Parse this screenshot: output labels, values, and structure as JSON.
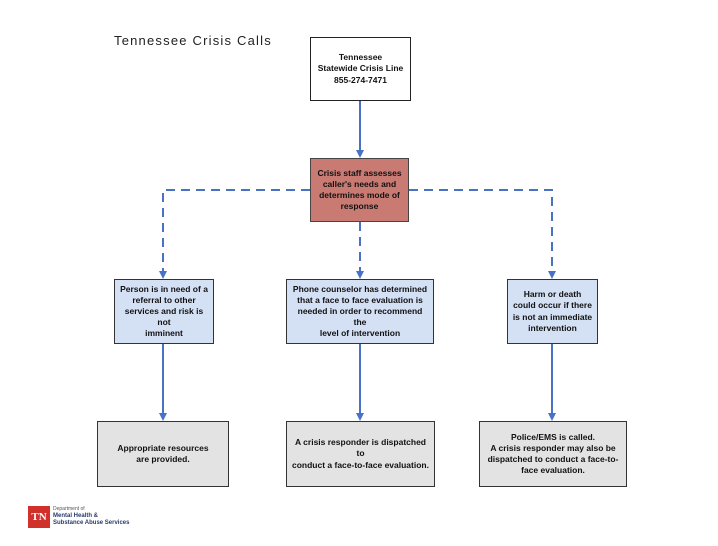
{
  "title": "Tennessee Crisis Calls",
  "nodes": {
    "crisis_line": [
      "Tennessee",
      "Statewide Crisis Line",
      "855-274-7471"
    ],
    "assess": [
      "Crisis staff assesses",
      "caller's needs and",
      "determines mode of",
      "response"
    ],
    "referral": [
      "Person is in need of a",
      "referral to other",
      "services and risk is not",
      "imminent"
    ],
    "counselor": [
      "Phone counselor has determined",
      "that a face to face evaluation is",
      "needed in order to recommend the",
      "level of intervention"
    ],
    "harm": [
      "Harm or death",
      "could occur if there",
      "is not an immediate",
      "intervention"
    ],
    "resources": [
      "Appropriate resources",
      "are provided."
    ],
    "dispatched": [
      "A crisis responder is dispatched to",
      "conduct a face-to-face evaluation."
    ],
    "police": [
      "Police/EMS is called.",
      "A crisis responder may also be",
      "dispatched to conduct a face-to-",
      "face evaluation."
    ]
  },
  "logo": {
    "mark": "TN",
    "line1": "Department of",
    "line2": "Mental Health &",
    "line3": "Substance Abuse Services"
  },
  "colors": {
    "connector": "#4a72c4",
    "assess_box": "#c87a73",
    "outcome_box": "#d4e0f4",
    "result_box": "#e3e3e3",
    "logo_red": "#d0322b"
  }
}
